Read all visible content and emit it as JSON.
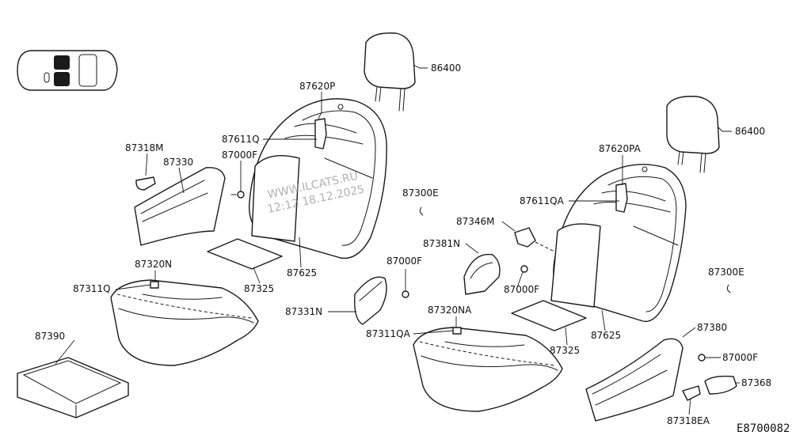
{
  "labels": {
    "p86400_left": "86400",
    "p87620P": "87620P",
    "p87611Q": "87611Q",
    "p87000F_left_top": "87000F",
    "p87318M": "87318M",
    "p87330": "87330",
    "p87300E_mid": "87300E",
    "p87325_left": "87325",
    "p87625_left": "87625",
    "p87320N": "87320N",
    "p87311Q": "87311Q",
    "p87390": "87390",
    "p87000F_mid": "87000F",
    "p87331N": "87331N",
    "p87381N": "87381N",
    "p87346M": "87346M",
    "p87000F_right_mid": "87000F",
    "p87320NA": "87320NA",
    "p87311QA": "87311QA",
    "p87325_right": "87325",
    "p87625_right": "87625",
    "p86400_right": "86400",
    "p87620PA": "87620PA",
    "p87611QA": "87611QA",
    "p87300E_right": "87300E",
    "p87380": "87380",
    "p87000F_right_low": "87000F",
    "p87368": "87368",
    "p87318EA": "87318EA"
  },
  "diagram_id": "E8700082",
  "watermark": {
    "line1": "WWW.ILCATS.RU",
    "line2": "12:12 18.12.2025"
  }
}
